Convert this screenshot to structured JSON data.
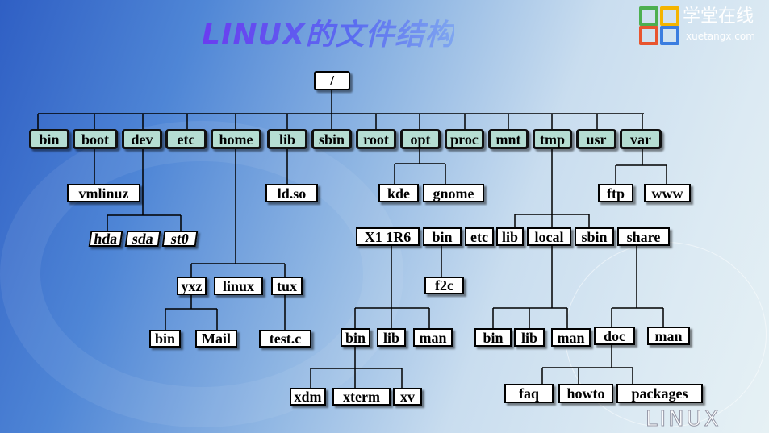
{
  "title": "LINUX的文件结构",
  "logo": {
    "cn": "学堂在线",
    "en": "xuetangx.com"
  },
  "watermark": "LINUX",
  "tree": {
    "root": "/",
    "level1": [
      "bin",
      "boot",
      "dev",
      "etc",
      "home",
      "lib",
      "sbin",
      "root",
      "opt",
      "proc",
      "mnt",
      "tmp",
      "usr",
      "var"
    ],
    "boot_children": [
      "vmlinuz"
    ],
    "dev_children": [
      "hda",
      "sda",
      "st0"
    ],
    "home_children": [
      "yxz",
      "linux",
      "tux"
    ],
    "yxz_children": [
      "bin",
      "Mail"
    ],
    "tux_children": [
      "test.c"
    ],
    "lib_children": [
      "ld.so"
    ],
    "opt_children": [
      "kde",
      "gnome"
    ],
    "var_children": [
      "ftp",
      "www"
    ],
    "usr_children": [
      "X1 1R6",
      "bin",
      "etc",
      "lib",
      "local",
      "sbin",
      "share"
    ],
    "usr_bin_children": [
      "f2c"
    ],
    "x11_children": [
      "bin",
      "lib",
      "man"
    ],
    "x11_bin_children": [
      "xdm",
      "xterm",
      "xv"
    ],
    "local_children": [
      "bin",
      "lib",
      "man"
    ],
    "share_children": [
      "doc",
      "man"
    ],
    "doc_children": [
      "faq",
      "howto",
      "packages"
    ]
  },
  "colors": {
    "level1_fill": "#b5ddd2",
    "node_fill": "#ffffff",
    "line": "#000000"
  }
}
